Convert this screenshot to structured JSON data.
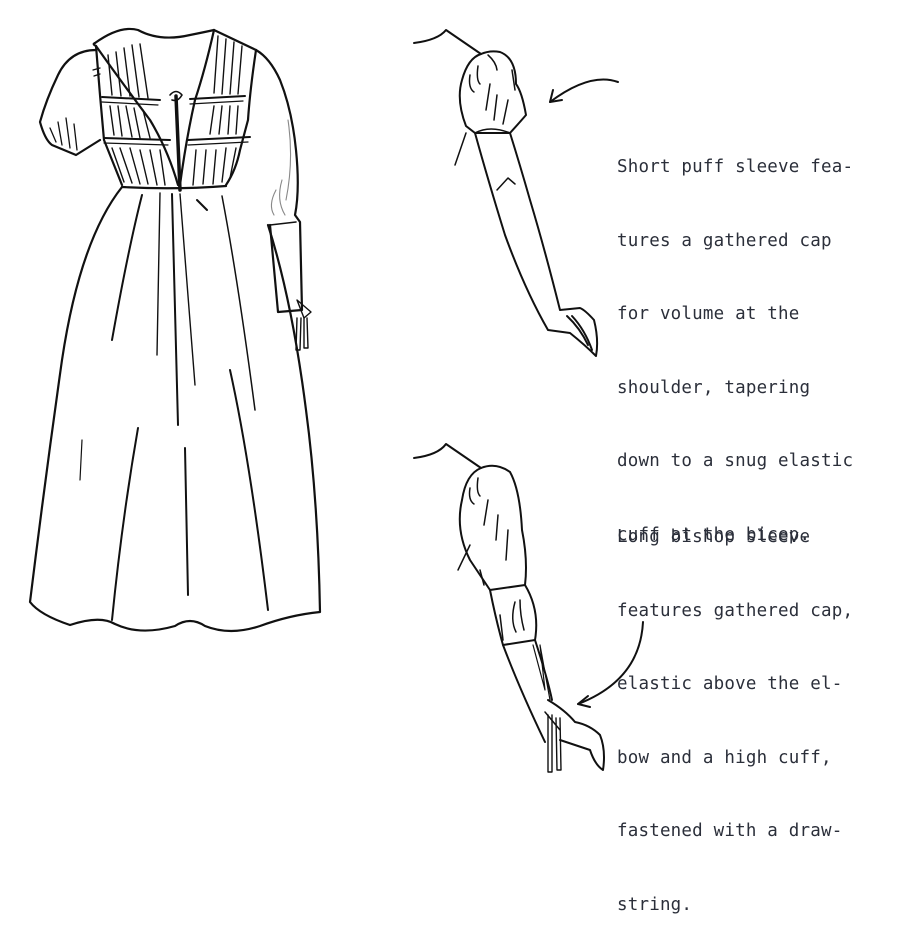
{
  "illustration": {
    "subject": "dress technical flat with sleeve variations",
    "line_color": "#111111",
    "text_color": "#2b2f3a",
    "background": "#ffffff"
  },
  "annotations": [
    {
      "id": "short-puff-sleeve",
      "lines": [
        "Short puff sleeve fea-",
        "tures a gathered cap",
        "for volume at the",
        "shoulder, tapering",
        "down to a snug elastic",
        "cuff at the bicep."
      ]
    },
    {
      "id": "long-bishop-sleeve",
      "lines": [
        "Long bishop sleeve",
        "features gathered cap,",
        "elastic above the el-",
        "bow and a high cuff,",
        "fastened with a draw-",
        "string."
      ]
    }
  ]
}
